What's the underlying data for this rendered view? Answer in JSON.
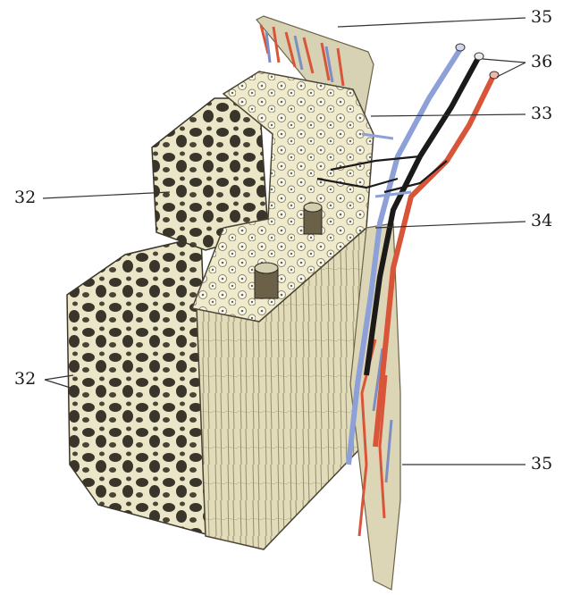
{
  "diagram": {
    "labels": [
      {
        "id": "label-35-top",
        "text": "35"
      },
      {
        "id": "label-36",
        "text": "36"
      },
      {
        "id": "label-33",
        "text": "33"
      },
      {
        "id": "label-32-top",
        "text": "32"
      },
      {
        "id": "label-34",
        "text": "34"
      },
      {
        "id": "label-32-bottom",
        "text": "32"
      },
      {
        "id": "label-35-bottom",
        "text": "35"
      }
    ],
    "colors": {
      "bone_fill": "#e8e3c4",
      "bone_shadow": "#c9c29a",
      "spongy_dark": "#3a352a",
      "artery": "#d9553a",
      "vein": "#8ea0d8",
      "nerve": "#1c1a18",
      "periosteum": "#d8d2b4",
      "leader_line": "#333333"
    }
  }
}
